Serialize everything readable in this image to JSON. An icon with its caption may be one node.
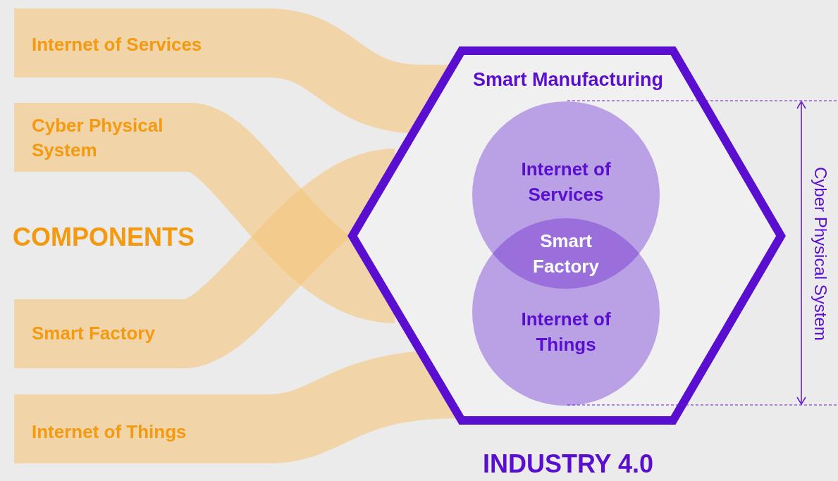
{
  "diagram": {
    "nodes": [
      {
        "text": [
          "Internet of Services"
        ]
      },
      {
        "text": [
          "Cyber Physical System"
        ]
      },
      {
        "text": [
          "Smart Factory"
        ]
      },
      {
        "text": [
          "Internet of Things"
        ]
      },
      {
        "text": [
          "Smart Manufacturing"
        ],
        "beside": [
          "INDUSTRY 4.0"
        ]
      },
      {
        "text": [
          "Internet of Services"
        ],
        "in": 4
      },
      {
        "text": [
          "Internet of Things"
        ],
        "in": 4
      },
      {
        "text": [
          "Smart Factory"
        ]
      }
    ],
    "labels": [
      "COMPONENTS",
      "Cyber Physical System"
    ]
  }
}
